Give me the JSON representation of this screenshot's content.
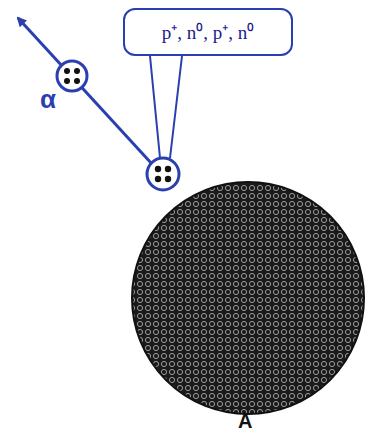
{
  "diagram": {
    "nodes": [
      {
        "text": [
          "p⁺, n⁰, p⁺, n⁰"
        ]
      }
    ],
    "labels": [
      "α",
      "A"
    ]
  }
}
